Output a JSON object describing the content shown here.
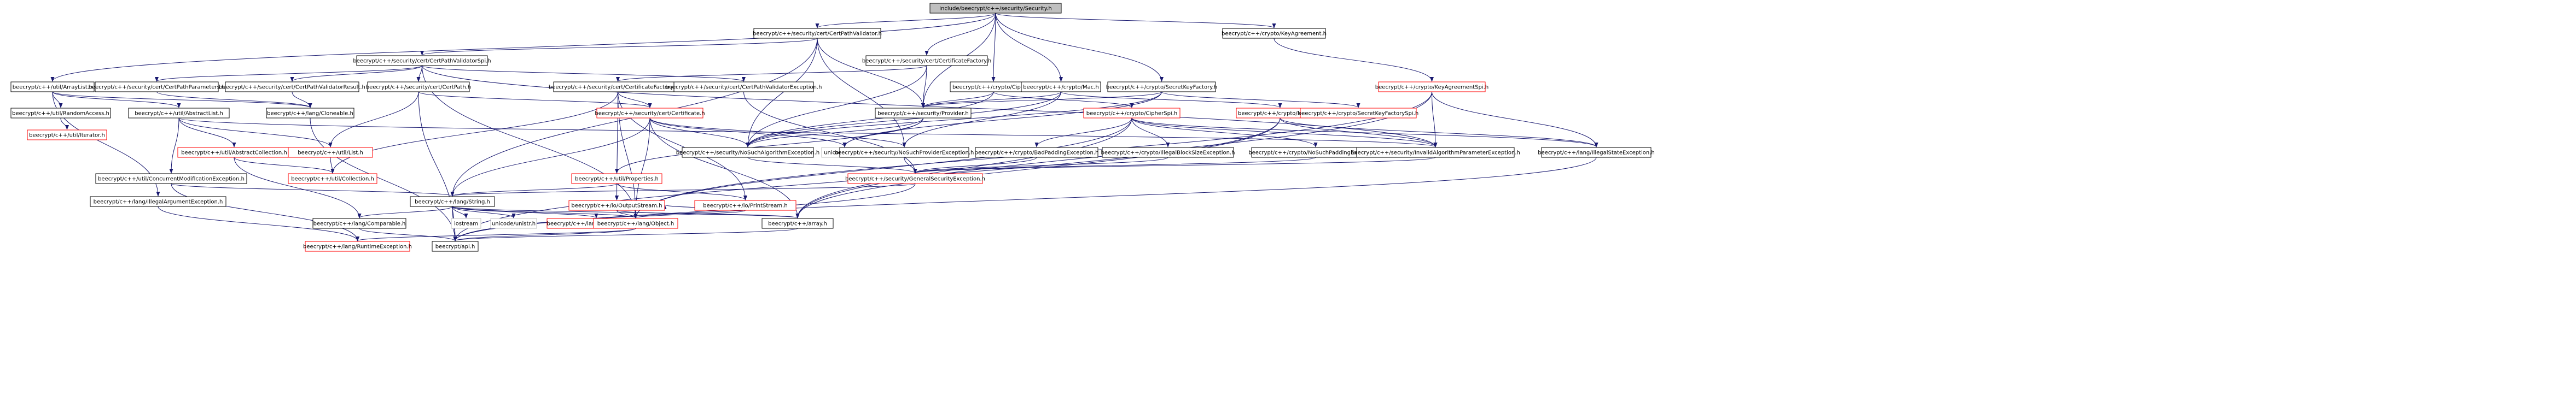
{
  "graph": {
    "nodes": [
      {
        "id": "root",
        "label": "include/beecrypt/c++/security/Security.h",
        "style": "root"
      },
      {
        "id": "CertPathValidator",
        "label": "beecrypt/c++/security/cert/CertPathValidator.h",
        "style": "normal"
      },
      {
        "id": "CertificateFactory",
        "label": "beecrypt/c++/security/cert/CertificateFactory.h",
        "style": "normal"
      },
      {
        "id": "KeyAgreement",
        "label": "beecrypt/c++/crypto/KeyAgreement.h",
        "style": "normal"
      },
      {
        "id": "ArrayList",
        "label": "beecrypt/c++/util/ArrayList.h",
        "style": "normal"
      },
      {
        "id": "CertPathParameters",
        "label": "beecrypt/c++/security/cert/CertPathParameters.h",
        "style": "normal"
      },
      {
        "id": "CertPathValidatorSpi",
        "label": "beecrypt/c++/security/cert/CertPathValidatorSpi.h",
        "style": "normal"
      },
      {
        "id": "CertPathValidatorResult",
        "label": "beecrypt/c++/security/cert/CertPathValidatorResult.h",
        "style": "normal"
      },
      {
        "id": "CertPath",
        "label": "beecrypt/c++/security/cert/CertPath.h",
        "style": "normal"
      },
      {
        "id": "CertificateFactorySpi",
        "label": "beecrypt/c++/security/cert/CertificateFactorySpi.h",
        "style": "normal"
      },
      {
        "id": "CertPathValidatorException",
        "label": "beecrypt/c++/security/cert/CertPathValidatorException.h",
        "style": "normal"
      },
      {
        "id": "Cipher",
        "label": "beecrypt/c++/crypto/Cipher.h",
        "style": "normal"
      },
      {
        "id": "Mac",
        "label": "beecrypt/c++/crypto/Mac.h",
        "style": "normal"
      },
      {
        "id": "SecretKeyFactory",
        "label": "beecrypt/c++/crypto/SecretKeyFactory.h",
        "style": "normal"
      },
      {
        "id": "KeyAgreementSpi",
        "label": "beecrypt/c++/crypto/KeyAgreementSpi.h",
        "style": "red"
      },
      {
        "id": "RandomAccess",
        "label": "beecrypt/c++/util/RandomAccess.h",
        "style": "normal"
      },
      {
        "id": "AbstractList",
        "label": "beecrypt/c++/util/AbstractList.h",
        "style": "normal"
      },
      {
        "id": "Cloneable",
        "label": "beecrypt/c++/lang/Cloneable.h",
        "style": "normal"
      },
      {
        "id": "Provider",
        "label": "beecrypt/c++/security/Provider.h",
        "style": "normal"
      },
      {
        "id": "CipherSpi",
        "label": "beecrypt/c++/crypto/CipherSpi.h",
        "style": "red"
      },
      {
        "id": "MacSpi",
        "label": "beecrypt/c++/crypto/MacSpi.h",
        "style": "red"
      },
      {
        "id": "SecretKeyFactorySpi",
        "label": "beecrypt/c++/crypto/SecretKeyFactorySpi.h",
        "style": "red"
      },
      {
        "id": "Certificate",
        "label": "beecrypt/c++/security/cert/Certificate.h",
        "style": "red"
      },
      {
        "id": "Iterator",
        "label": "beecrypt/c++/util/Iterator.h",
        "style": "red"
      },
      {
        "id": "AbstractCollection",
        "label": "beecrypt/c++/util/AbstractCollection.h",
        "style": "red"
      },
      {
        "id": "List",
        "label": "beecrypt/c++/util/List.h",
        "style": "red"
      },
      {
        "id": "NoSuchAlgorithmException",
        "label": "beecrypt/c++/security/NoSuchAlgorithmException.h",
        "style": "normal"
      },
      {
        "id": "unicode_ucnv",
        "label": "unicode/ucnv.h",
        "style": "gray"
      },
      {
        "id": "NoSuchProviderException",
        "label": "beecrypt/c++/security/NoSuchProviderException.h",
        "style": "normal"
      },
      {
        "id": "BadPaddingException",
        "label": "beecrypt/c++/crypto/BadPaddingException.h",
        "style": "normal"
      },
      {
        "id": "IllegalBlockSizeException",
        "label": "beecrypt/c++/crypto/IllegalBlockSizeException.h",
        "style": "normal"
      },
      {
        "id": "NoSuchPaddingException",
        "label": "beecrypt/c++/crypto/NoSuchPaddingException.h",
        "style": "normal"
      },
      {
        "id": "InvalidAlgorithmParameterException",
        "label": "beecrypt/c++/security/InvalidAlgorithmParameterException.h",
        "style": "normal"
      },
      {
        "id": "IllegalStateException",
        "label": "beecrypt/c++/lang/IllegalStateException.h",
        "style": "normal"
      },
      {
        "id": "ConcurrentModificationException",
        "label": "beecrypt/c++/util/ConcurrentModificationException.h",
        "style": "normal"
      },
      {
        "id": "Collection",
        "label": "beecrypt/c++/util/Collection.h",
        "style": "red"
      },
      {
        "id": "Properties",
        "label": "beecrypt/c++/util/Properties.h",
        "style": "red"
      },
      {
        "id": "GeneralSecurityException",
        "label": "beecrypt/c++/security/GeneralSecurityException.h",
        "style": "red"
      },
      {
        "id": "IllegalArgumentException",
        "label": "beecrypt/c++/lang/IllegalArgumentException.h",
        "style": "normal"
      },
      {
        "id": "String",
        "label": "beecrypt/c++/lang/String.h",
        "style": "normal"
      },
      {
        "id": "OutputStream",
        "label": "beecrypt/c++/io/OutputStream.h",
        "style": "red"
      },
      {
        "id": "PrintStream",
        "label": "beecrypt/c++/io/PrintStream.h",
        "style": "red"
      },
      {
        "id": "Comparable",
        "label": "beecrypt/c++/lang/Comparable.h",
        "style": "normal"
      },
      {
        "id": "iostream",
        "label": "iostream",
        "style": "gray"
      },
      {
        "id": "unicode_unistr",
        "label": "unicode/unistr.h",
        "style": "gray"
      },
      {
        "id": "CharSequence",
        "label": "beecrypt/c++/lang/CharSequence.h",
        "style": "red"
      },
      {
        "id": "Object",
        "label": "beecrypt/c++/lang/Object.h",
        "style": "red"
      },
      {
        "id": "array",
        "label": "beecrypt/c++/array.h",
        "style": "normal"
      },
      {
        "id": "RuntimeException",
        "label": "beecrypt/c++/lang/RuntimeException.h",
        "style": "red"
      },
      {
        "id": "api",
        "label": "beecrypt/api.h",
        "style": "normal"
      }
    ],
    "edges": [
      [
        "root",
        "CertPathValidator"
      ],
      [
        "root",
        "CertificateFactory"
      ],
      [
        "root",
        "KeyAgreement"
      ],
      [
        "root",
        "ArrayList"
      ],
      [
        "root",
        "Cipher"
      ],
      [
        "root",
        "Mac"
      ],
      [
        "root",
        "SecretKeyFactory"
      ],
      [
        "root",
        "Provider"
      ],
      [
        "CertPathValidator",
        "CertPathValidatorSpi"
      ],
      [
        "CertPathValidator",
        "Provider"
      ],
      [
        "CertPathValidator",
        "NoSuchAlgorithmException"
      ],
      [
        "CertPathValidator",
        "NoSuchProviderException"
      ],
      [
        "CertPathValidator",
        "String"
      ],
      [
        "CertificateFactory",
        "CertificateFactorySpi"
      ],
      [
        "CertificateFactory",
        "Provider"
      ],
      [
        "CertificateFactory",
        "NoSuchAlgorithmException"
      ],
      [
        "KeyAgreement",
        "KeyAgreementSpi"
      ],
      [
        "ArrayList",
        "RandomAccess"
      ],
      [
        "ArrayList",
        "AbstractList"
      ],
      [
        "ArrayList",
        "Cloneable"
      ],
      [
        "ArrayList",
        "IllegalArgumentException"
      ],
      [
        "CertPathValidatorSpi",
        "CertPathParameters"
      ],
      [
        "CertPathValidatorSpi",
        "CertPathValidatorResult"
      ],
      [
        "CertPathValidatorSpi",
        "CertPath"
      ],
      [
        "CertPathValidatorSpi",
        "CertPathValidatorException"
      ],
      [
        "CertPathValidatorSpi",
        "InvalidAlgorithmParameterException"
      ],
      [
        "CertPathValidatorSpi",
        "Object"
      ],
      [
        "CertPathParameters",
        "Cloneable"
      ],
      [
        "CertPathValidatorResult",
        "Cloneable"
      ],
      [
        "CertPath",
        "Certificate"
      ],
      [
        "CertPath",
        "List"
      ],
      [
        "CertPath",
        "api"
      ],
      [
        "CertificateFactorySpi",
        "Certificate"
      ],
      [
        "CertificateFactorySpi",
        "Collection"
      ],
      [
        "CertificateFactorySpi",
        "OutputStream"
      ],
      [
        "CertificateFactorySpi",
        "PrintStream"
      ],
      [
        "CertificateFactorySpi",
        "Object"
      ],
      [
        "CertPathValidatorException",
        "GeneralSecurityException"
      ],
      [
        "Cipher",
        "CipherSpi"
      ],
      [
        "Cipher",
        "Provider"
      ],
      [
        "Cipher",
        "NoSuchAlgorithmException"
      ],
      [
        "Mac",
        "MacSpi"
      ],
      [
        "Mac",
        "Provider"
      ],
      [
        "Mac",
        "NoSuchAlgorithmException"
      ],
      [
        "Mac",
        "NoSuchProviderException"
      ],
      [
        "SecretKeyFactory",
        "SecretKeyFactorySpi"
      ],
      [
        "SecretKeyFactory",
        "Provider"
      ],
      [
        "SecretKeyFactory",
        "NoSuchAlgorithmException"
      ],
      [
        "SecretKeyFactory",
        "unicode_ucnv"
      ],
      [
        "KeyAgreementSpi",
        "InvalidAlgorithmParameterException"
      ],
      [
        "KeyAgreementSpi",
        "IllegalStateException"
      ],
      [
        "KeyAgreementSpi",
        "Object"
      ],
      [
        "KeyAgreementSpi",
        "array"
      ],
      [
        "RandomAccess",
        "Iterator"
      ],
      [
        "AbstractList",
        "AbstractCollection"
      ],
      [
        "AbstractList",
        "List"
      ],
      [
        "AbstractList",
        "ConcurrentModificationException"
      ],
      [
        "AbstractList",
        "InvalidAlgorithmParameterException"
      ],
      [
        "Cloneable",
        "api"
      ],
      [
        "Provider",
        "Properties"
      ],
      [
        "Provider",
        "NoSuchAlgorithmException"
      ],
      [
        "Provider",
        "unicode_ucnv"
      ],
      [
        "CipherSpi",
        "BadPaddingException"
      ],
      [
        "CipherSpi",
        "IllegalBlockSizeException"
      ],
      [
        "CipherSpi",
        "NoSuchPaddingException"
      ],
      [
        "CipherSpi",
        "InvalidAlgorithmParameterException"
      ],
      [
        "CipherSpi",
        "IllegalStateException"
      ],
      [
        "CipherSpi",
        "array"
      ],
      [
        "CipherSpi",
        "Object"
      ],
      [
        "MacSpi",
        "InvalidAlgorithmParameterException"
      ],
      [
        "MacSpi",
        "IllegalStateException"
      ],
      [
        "MacSpi",
        "array"
      ],
      [
        "MacSpi",
        "api"
      ],
      [
        "Certificate",
        "String"
      ],
      [
        "Certificate",
        "NoSuchAlgorithmException"
      ],
      [
        "Certificate",
        "NoSuchProviderException"
      ],
      [
        "Certificate",
        "array"
      ],
      [
        "Certificate",
        "Object"
      ],
      [
        "Certificate",
        "unicode_ucnv"
      ],
      [
        "AbstractCollection",
        "Collection"
      ],
      [
        "AbstractCollection",
        "Comparable"
      ],
      [
        "List",
        "Collection"
      ],
      [
        "NoSuchAlgorithmException",
        "GeneralSecurityException"
      ],
      [
        "NoSuchProviderException",
        "GeneralSecurityException"
      ],
      [
        "BadPaddingException",
        "GeneralSecurityException"
      ],
      [
        "IllegalBlockSizeException",
        "GeneralSecurityException"
      ],
      [
        "NoSuchPaddingException",
        "GeneralSecurityException"
      ],
      [
        "InvalidAlgorithmParameterException",
        "GeneralSecurityException"
      ],
      [
        "IllegalStateException",
        "api"
      ],
      [
        "ConcurrentModificationException",
        "RuntimeException"
      ],
      [
        "ConcurrentModificationException",
        "String"
      ],
      [
        "Properties",
        "String"
      ],
      [
        "Properties",
        "OutputStream"
      ],
      [
        "Properties",
        "PrintStream"
      ],
      [
        "GeneralSecurityException",
        "String"
      ],
      [
        "GeneralSecurityException",
        "api"
      ],
      [
        "IllegalArgumentException",
        "RuntimeException"
      ],
      [
        "String",
        "Comparable"
      ],
      [
        "String",
        "iostream"
      ],
      [
        "String",
        "unicode_unistr"
      ],
      [
        "String",
        "CharSequence"
      ],
      [
        "String",
        "Object"
      ],
      [
        "String",
        "array"
      ],
      [
        "String",
        "api"
      ],
      [
        "OutputStream",
        "Object"
      ],
      [
        "OutputStream",
        "array"
      ],
      [
        "PrintStream",
        "OutputStream"
      ],
      [
        "PrintStream",
        "Object"
      ],
      [
        "Comparable",
        "api"
      ],
      [
        "CharSequence",
        "Object"
      ],
      [
        "Object",
        "RuntimeException"
      ],
      [
        "Object",
        "api"
      ],
      [
        "array",
        "api"
      ]
    ]
  }
}
